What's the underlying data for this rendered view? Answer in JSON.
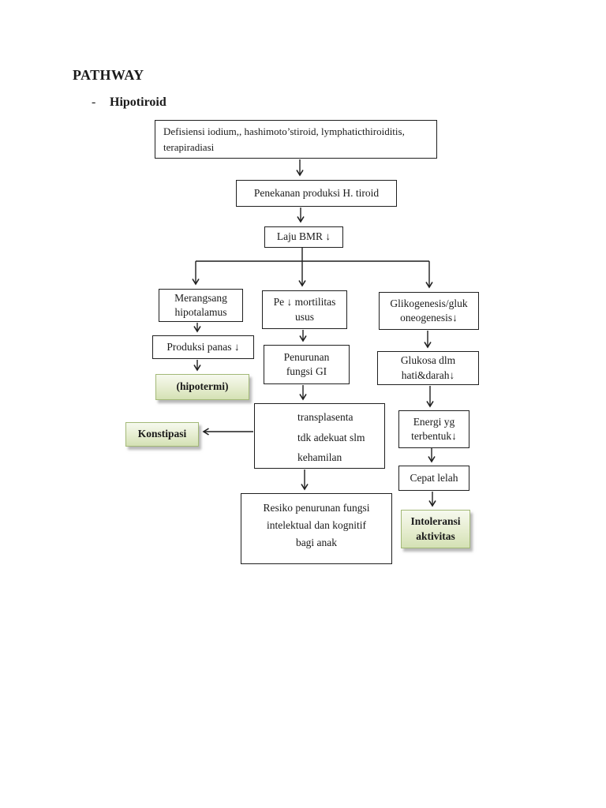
{
  "document": {
    "title": "PATHWAY",
    "list_marker": "-",
    "subtitle": "Hipotiroid"
  },
  "flowchart": {
    "defisiensi": [
      "Defisiensi iodium,, hashimoto’stiroid, lymphaticthiroiditis,",
      "terapiradiasi"
    ],
    "penekanan": "Penekanan produksi H. tiroid",
    "laju_bmr": "Laju BMR ↓",
    "merangsang": [
      "Merangsang",
      "hipotalamus"
    ],
    "pe_mortilitas": [
      "Pe ↓ mortilitas",
      "usus"
    ],
    "glikogenesis": [
      "Glikogenesis/gluk",
      "oneogenesis↓"
    ],
    "produksi_panas": "Produksi panas ↓",
    "hipotermi": "(hipotermi)",
    "penurunan_gi": [
      "Penurunan",
      "fungsi GI"
    ],
    "glukosa": [
      "Glukosa dlm",
      "hati&darah↓"
    ],
    "konstipasi": "Konstipasi",
    "transplasenta": [
      "transplasenta",
      "tdk adekuat slm",
      "kehamilan"
    ],
    "energi": [
      "Energi yg",
      "terbentuk↓"
    ],
    "cepat_lelah": "Cepat lelah",
    "resiko": [
      "Resiko penurunan fungsi",
      "intelektual dan kognitif",
      "bagi anak"
    ],
    "intoleransi": [
      "Intoleransi",
      "aktivitas"
    ]
  },
  "edges": [
    {
      "from": "defisiensi",
      "to": "penekanan"
    },
    {
      "from": "penekanan",
      "to": "laju_bmr"
    },
    {
      "from": "laju_bmr",
      "to": "merangsang"
    },
    {
      "from": "laju_bmr",
      "to": "pe_mortilitas"
    },
    {
      "from": "laju_bmr",
      "to": "glikogenesis"
    },
    {
      "from": "merangsang",
      "to": "produksi_panas"
    },
    {
      "from": "produksi_panas",
      "to": "hipotermi"
    },
    {
      "from": "pe_mortilitas",
      "to": "penurunan_gi"
    },
    {
      "from": "penurunan_gi",
      "to": "transplasenta"
    },
    {
      "from": "transplasenta",
      "to": "konstipasi"
    },
    {
      "from": "transplasenta",
      "to": "resiko"
    },
    {
      "from": "glikogenesis",
      "to": "glukosa"
    },
    {
      "from": "glukosa",
      "to": "energi"
    },
    {
      "from": "energi",
      "to": "cepat_lelah"
    },
    {
      "from": "cepat_lelah",
      "to": "intoleransi"
    }
  ],
  "colors": {
    "page_background": "#ffffff",
    "box_border": "#1f1f1f",
    "text": "#1a1a1a",
    "highlight_fill_top": "#f6f9ee",
    "highlight_fill_bottom": "#d4e1b4",
    "highlight_border": "#a3b977",
    "arrow": "#1f1f1f"
  }
}
